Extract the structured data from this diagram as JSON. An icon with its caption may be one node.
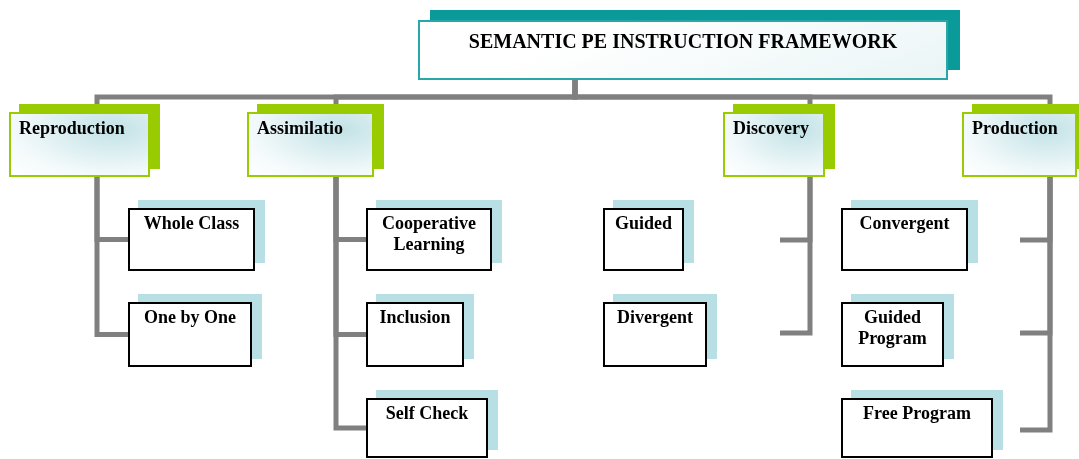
{
  "diagram": {
    "nodes": [
      {
        "text": [
          "SEMANTIC PE INSTRUCTION FRAMEWORK"
        ]
      },
      {
        "text": [
          "Reproduction"
        ]
      },
      {
        "text": [
          "Whole Class"
        ]
      },
      {
        "text": [
          "One by One"
        ]
      },
      {
        "text": [
          "Assimilatio"
        ]
      },
      {
        "text": [
          "Cooperative Learning"
        ]
      },
      {
        "text": [
          "Inclusion"
        ]
      },
      {
        "text": [
          "Self Check"
        ]
      },
      {
        "text": [
          "Guided"
        ]
      },
      {
        "text": [
          "Divergent"
        ]
      },
      {
        "text": [
          "Discovery"
        ]
      },
      {
        "text": [
          "Convergent"
        ]
      },
      {
        "text": [
          "Guided Program"
        ]
      },
      {
        "text": [
          "Free Program"
        ]
      },
      {
        "text": [
          "Production"
        ]
      }
    ],
    "edges": [
      {
        "from": 0,
        "to": 1,
        "arrow": "none"
      },
      {
        "from": 0,
        "to": 4,
        "arrow": "none"
      },
      {
        "from": 0,
        "to": 10,
        "arrow": "none"
      },
      {
        "from": 0,
        "to": 14,
        "arrow": "none"
      },
      {
        "from": 1,
        "to": 2,
        "arrow": "none"
      },
      {
        "from": 1,
        "to": 3,
        "arrow": "none"
      },
      {
        "from": 4,
        "to": 5,
        "arrow": "none"
      },
      {
        "from": 4,
        "to": 6,
        "arrow": "none"
      },
      {
        "from": 4,
        "to": 7,
        "arrow": "none"
      },
      {
        "from": 10,
        "to": null,
        "arrow": "none"
      },
      {
        "from": 10,
        "to": null,
        "arrow": "none"
      },
      {
        "from": 14,
        "to": null,
        "arrow": "none"
      },
      {
        "from": 14,
        "to": null,
        "arrow": "none"
      },
      {
        "from": 14,
        "to": null,
        "arrow": "none"
      }
    ]
  }
}
